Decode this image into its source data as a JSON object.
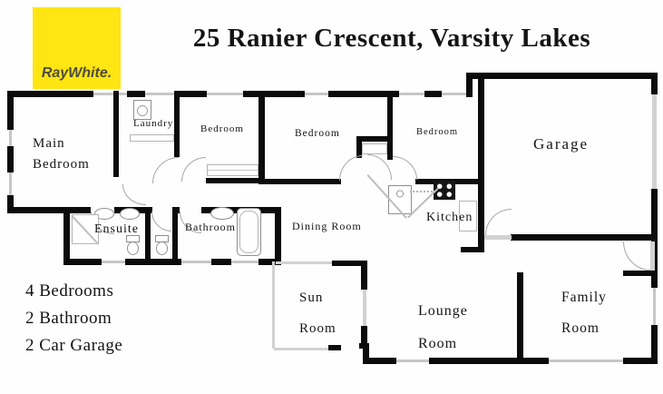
{
  "header": {
    "logo_text": "RayWhite.",
    "title": "25 Ranier Crescent, Varsity Lakes"
  },
  "rooms": {
    "main_bedroom": "Main Bedroom",
    "laundry": "Laundry",
    "bedroom_1": "Bedroom",
    "bedroom_2": "Bedroom",
    "bedroom_3": "Bedroom",
    "garage": "Garage",
    "ensuite": "Ensuite",
    "bathroom": "Bathroom",
    "dining_room": "Dining Room",
    "kitchen": "Kitchen",
    "sun_room": "Sun Room",
    "lounge_room": "Lounge Room",
    "family_room": "Family Room"
  },
  "summary": {
    "items": [
      "4 Bedrooms",
      "2 Bathroom",
      "2 Car Garage"
    ]
  },
  "colors": {
    "logo_yellow": "#FFE512",
    "logo_text": "#4D4B40",
    "wall": "#0B0B0B",
    "window_gray": "#C6C6C6"
  }
}
